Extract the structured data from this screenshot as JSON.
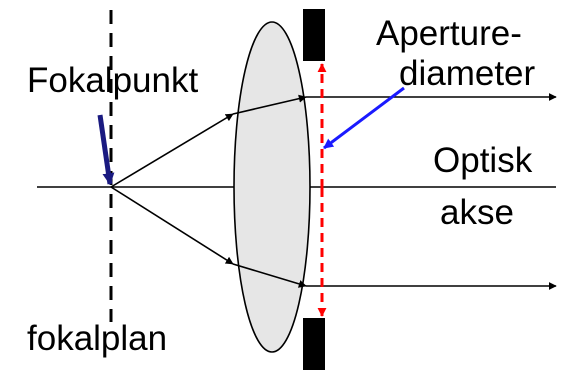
{
  "labels": {
    "focal_point": "Fokalpunkt",
    "aperture_line1": "Aperture-",
    "aperture_line2": "diameter",
    "optical_axis_line1": "Optisk",
    "optical_axis_line2": "akse",
    "focal_plane": "fokalplan"
  },
  "colors": {
    "lens_fill": "#e6e6e6",
    "stop_fill": "#000000",
    "aperture_arrow": "#ff0000",
    "pointer_arrow": "#1a1aff",
    "focal_pointer_arrow": "#1a1a80",
    "ray": "#000000"
  }
}
